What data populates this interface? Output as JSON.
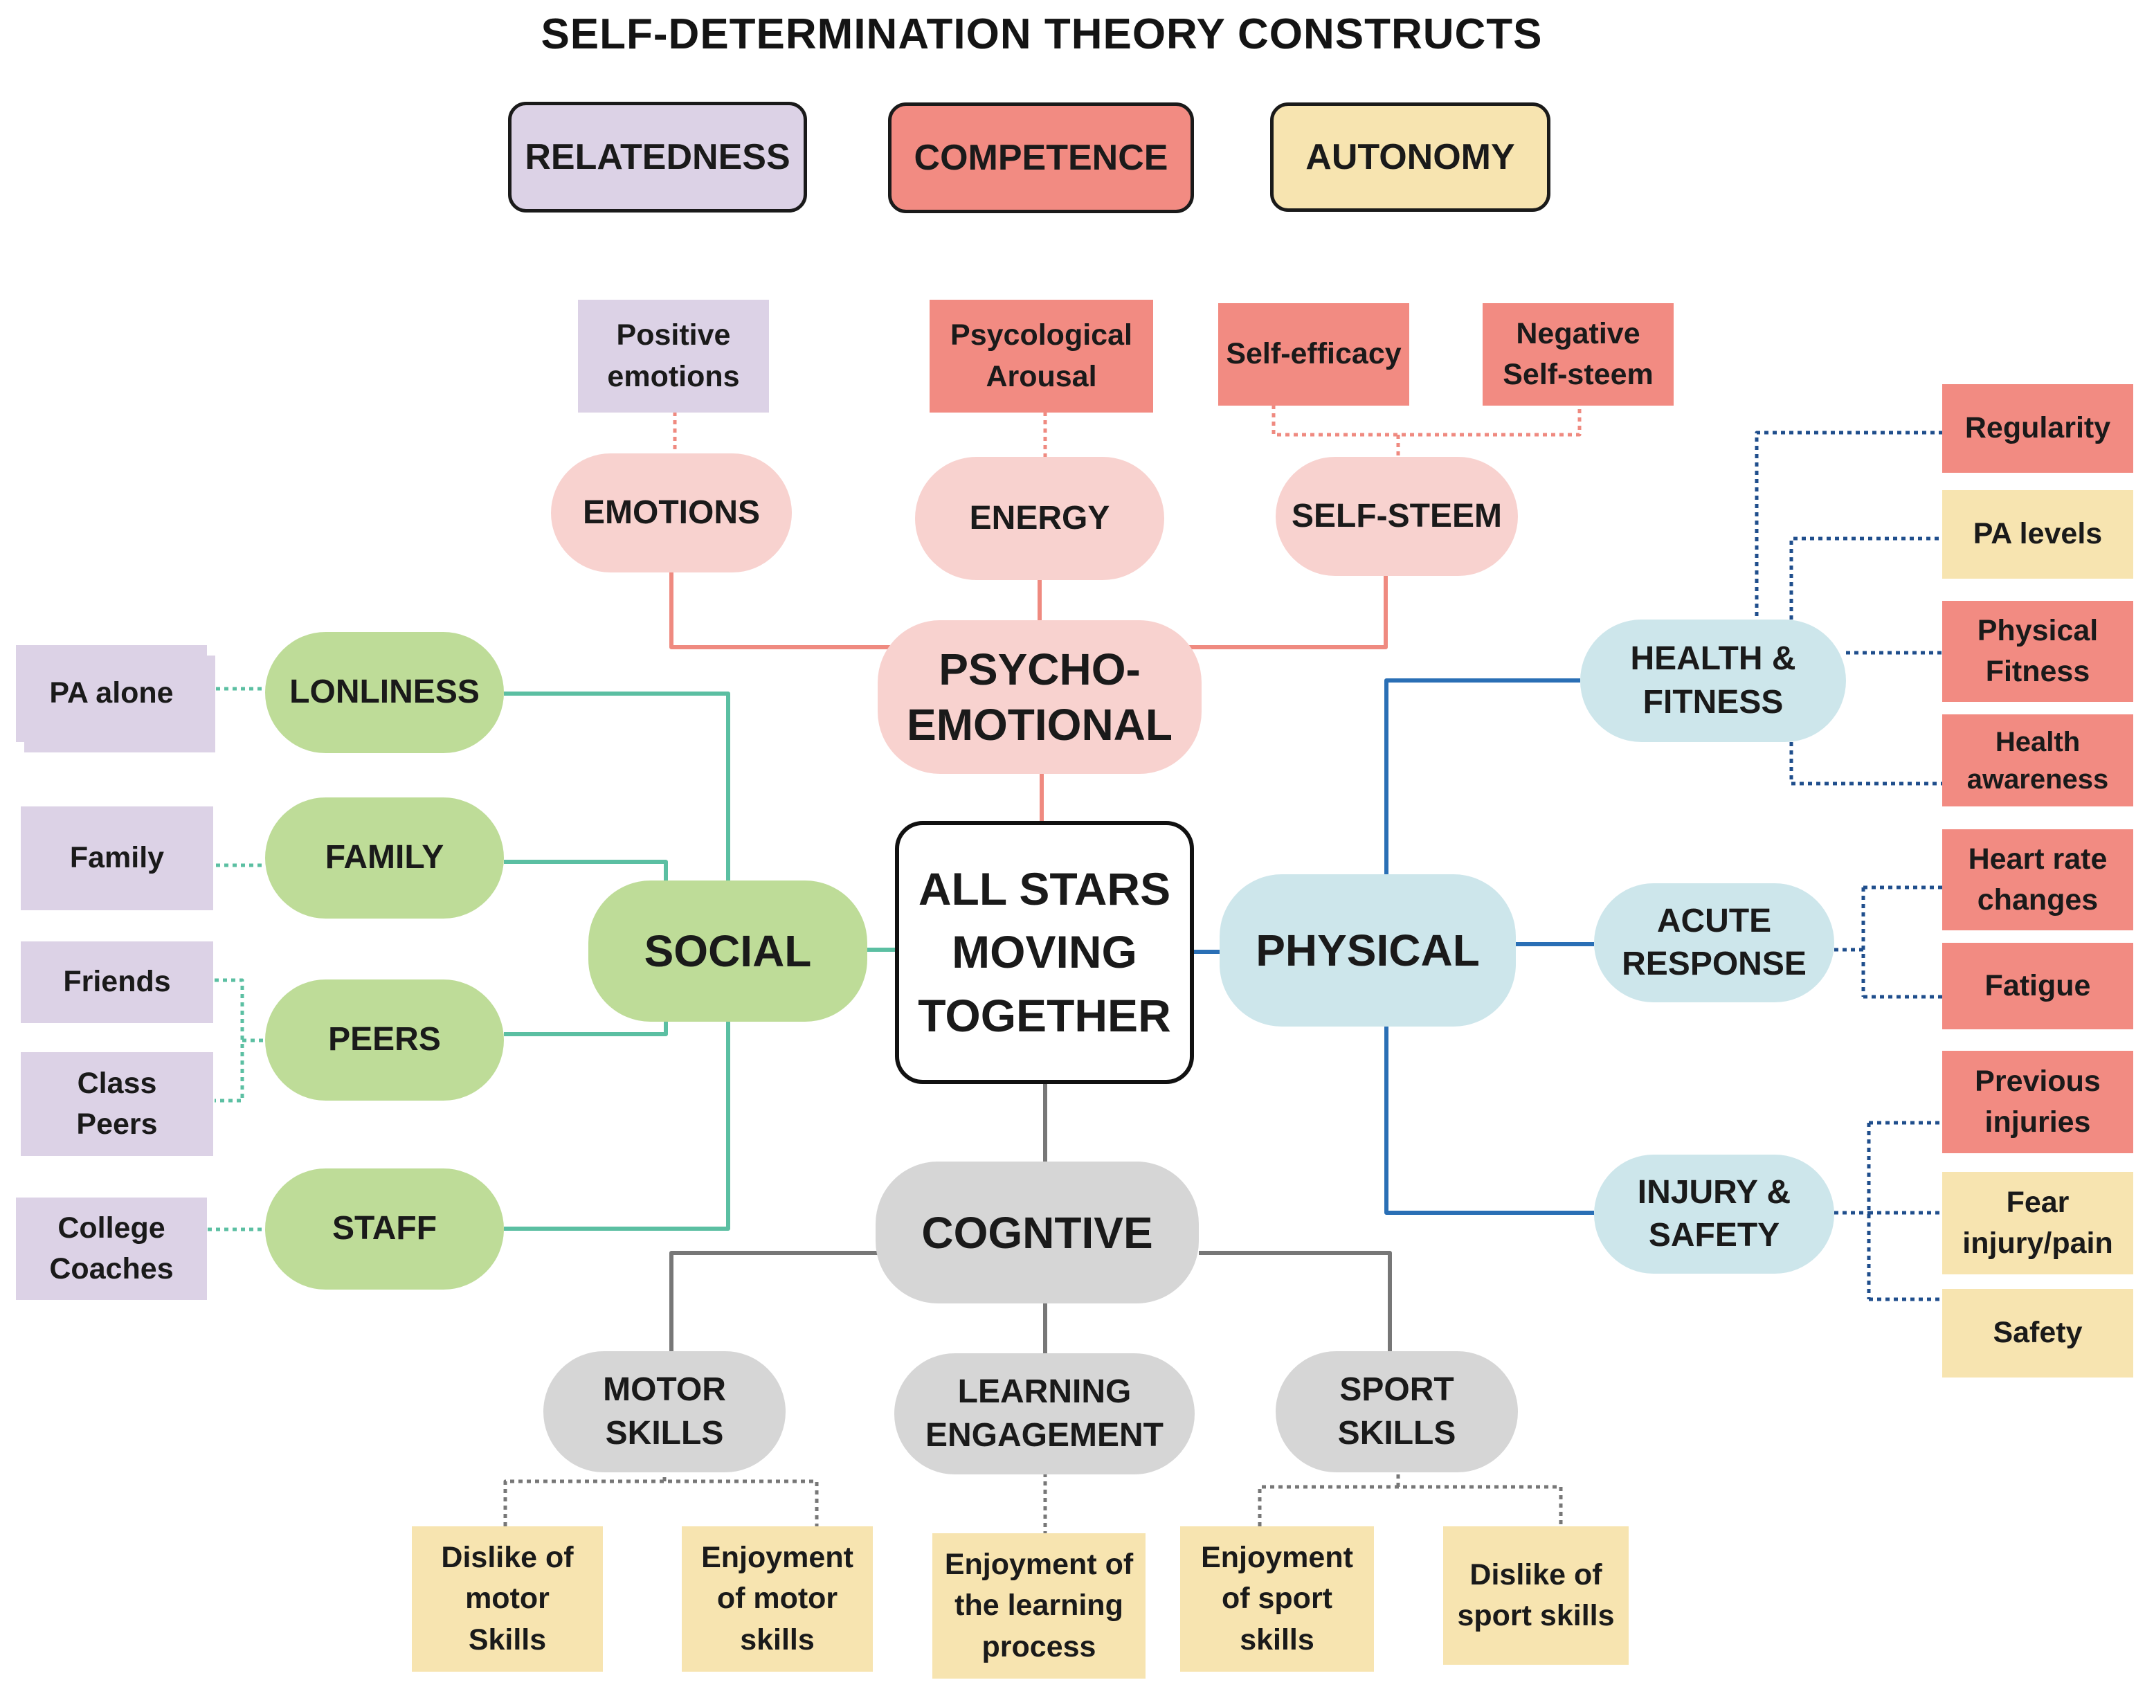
{
  "title": "SELF-DETERMINATION THEORY CONSTRUCTS",
  "legend": {
    "relatedness": "RELATEDNESS",
    "competence": "COMPETENCE",
    "autonomy": "AUTONOMY"
  },
  "colors": {
    "relatedness": "#dcd2e6",
    "competence": "#f28b82",
    "autonomy": "#f7e4b0",
    "psycho_emotional": "#f8d2cf",
    "social": "#bedc98",
    "physical": "#cde6eb",
    "cognitive": "#d6d6d6"
  },
  "center": "ALL STARS MOVING TOGETHER",
  "psycho_emotional": {
    "label": "PSYCHO- EMOTIONAL",
    "emotions": "EMOTIONS",
    "energy": "ENERGY",
    "self_steem": "SELF-STEEM",
    "leaves": {
      "positive_emotions": "Positive emotions",
      "psycological_arousal": "Psycological Arousal",
      "self_efficacy": "Self-efficacy",
      "negative_self_steem": "Negative Self-steem"
    }
  },
  "social": {
    "label": "SOCIAL",
    "lonliness": "LONLINESS",
    "family": "FAMILY",
    "peers": "PEERS",
    "staff": "STAFF",
    "leaves": {
      "pa_alone": "PA alone",
      "family": "Family",
      "friends": "Friends",
      "class_peers": "Class Peers",
      "college_coaches": "College Coaches"
    }
  },
  "physical": {
    "label": "PHYSICAL",
    "health_fitness": "HEALTH & FITNESS",
    "acute_response": "ACUTE RESPONSE",
    "injury_safety": "INJURY & SAFETY",
    "leaves": {
      "regularity": "Regularity",
      "pa_levels": "PA levels",
      "physical_fitness": "Physical Fitness",
      "health_awareness": "Health awareness",
      "heart_rate_changes": "Heart rate changes",
      "fatigue": "Fatigue",
      "previous_injuries": "Previous injuries",
      "fear_injury_pain": "Fear injury/pain",
      "safety": "Safety"
    }
  },
  "cognitive": {
    "label": "COGNTIVE",
    "motor_skills": "MOTOR SKILLS",
    "learning_engagement": "LEARNING ENGAGEMENT",
    "sport_skills": "SPORT SKILLS",
    "leaves": {
      "dislike_motor": "Dislike of motor Skills",
      "enjoyment_motor": "Enjoyment of motor skills",
      "enjoyment_learning": "Enjoyment of the learning process",
      "enjoyment_sport": "Enjoyment of sport skills",
      "dislike_sport": "Dislike of sport skills"
    }
  }
}
